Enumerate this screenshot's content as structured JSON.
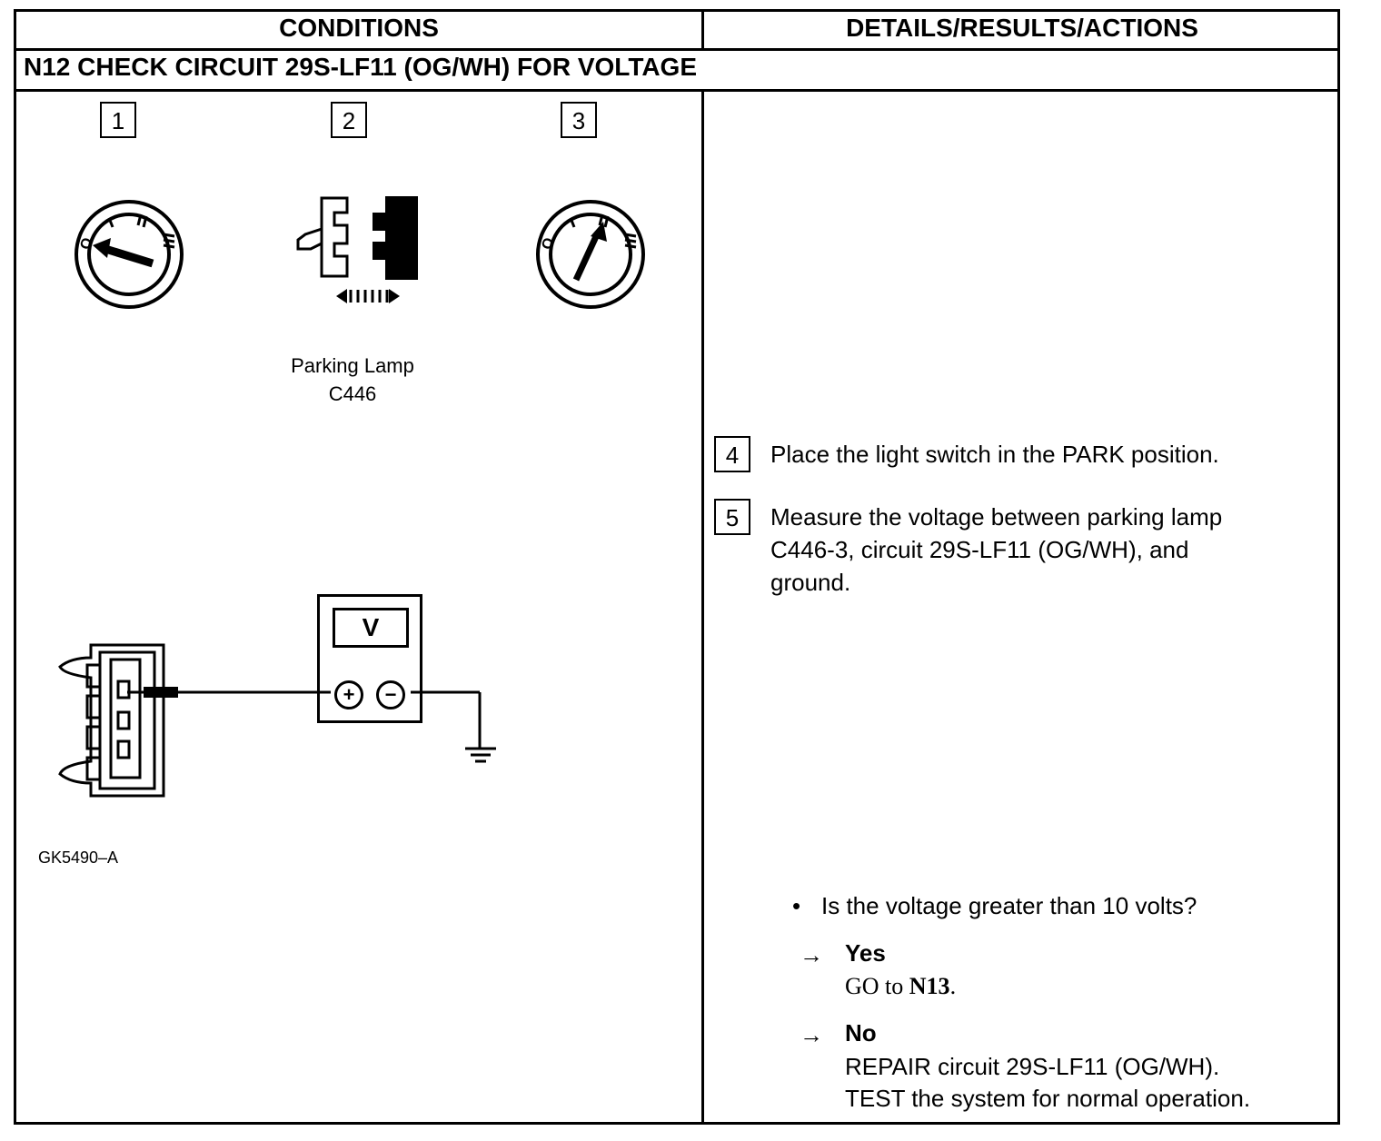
{
  "header": {
    "conditions": "CONDITIONS",
    "details": "DETAILS/RESULTS/ACTIONS"
  },
  "test_title": "N12 CHECK CIRCUIT 29S-LF11 (OG/WH) FOR VOLTAGE",
  "conditions": {
    "steps": [
      {
        "num": "1",
        "icon": "ignition-switch-off-icon"
      },
      {
        "num": "2",
        "icon": "connector-disconnect-icon"
      },
      {
        "num": "3",
        "icon": "ignition-switch-on-icon"
      }
    ],
    "connector_caption_line1": "Parking Lamp",
    "connector_caption_line2": "C446",
    "meter_symbol": "V",
    "meter_plus": "+",
    "meter_minus": "−",
    "figure_id": "GK5490–A"
  },
  "details": {
    "steps": [
      {
        "num": "4",
        "text": "Place the light switch in the PARK position."
      },
      {
        "num": "5",
        "text_lines": [
          "Measure the voltage between parking lamp",
          "C446-3, circuit 29S-LF11 (OG/WH), and",
          "ground."
        ]
      }
    ],
    "question": "Is the voltage greater than 10 volts?",
    "yes": {
      "label": "Yes",
      "action_prefix": "GO to ",
      "action_target": "N13",
      "action_suffix": "."
    },
    "no": {
      "label": "No",
      "action_lines": [
        "REPAIR circuit 29S-LF11 (OG/WH).",
        "TEST the system for normal operation."
      ]
    },
    "arrow_glyph": "→",
    "bullet_glyph": "•"
  }
}
